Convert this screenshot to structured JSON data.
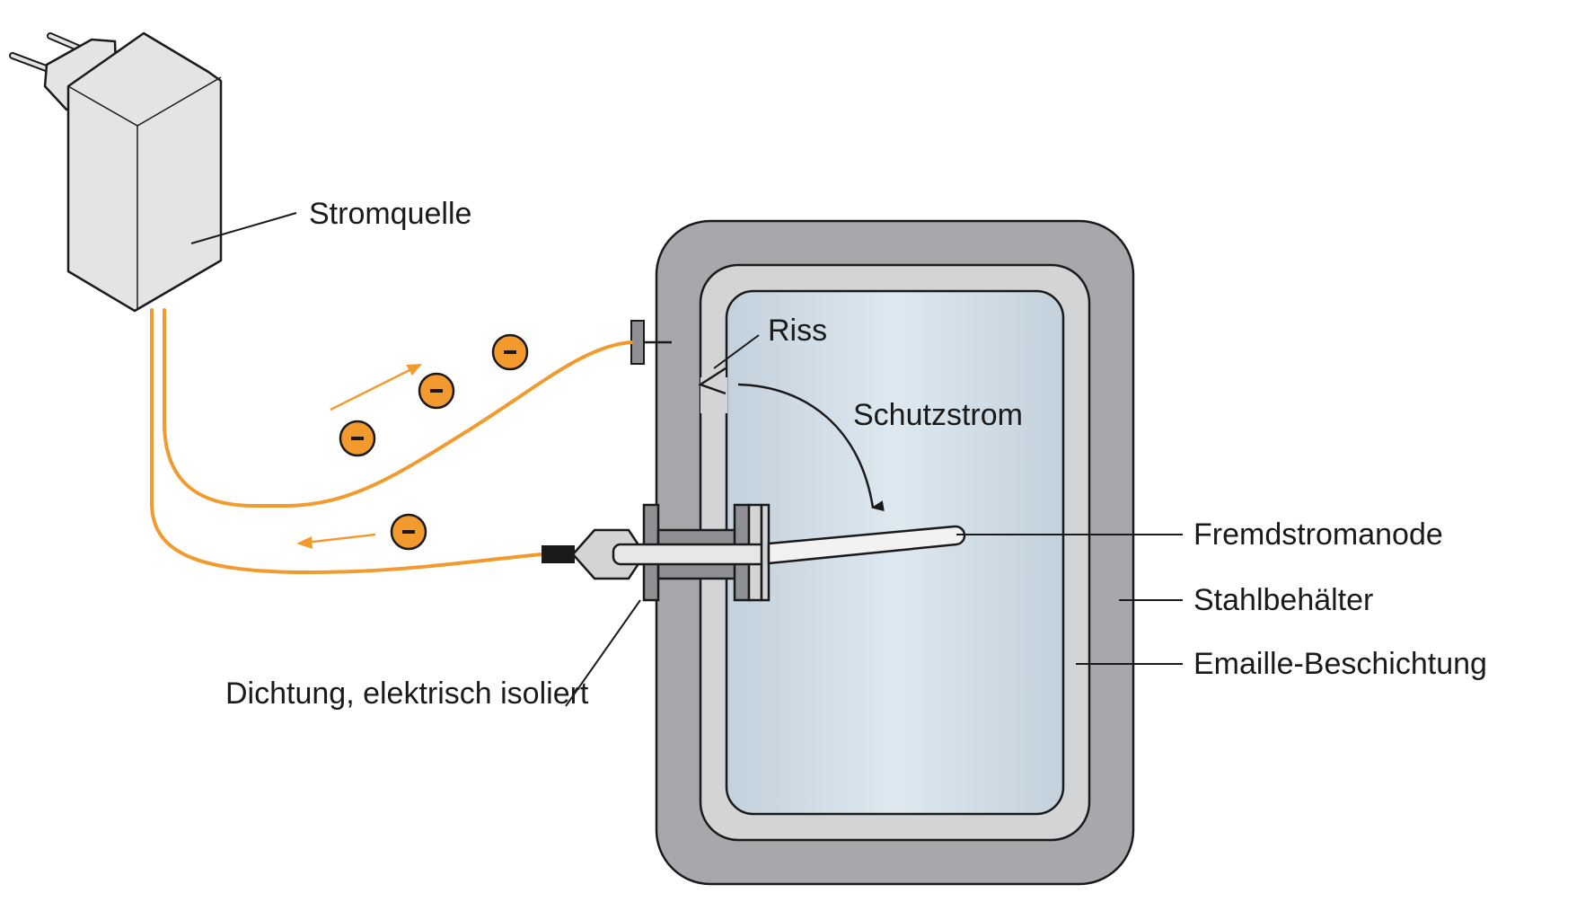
{
  "labels": {
    "stromquelle": "Stromquelle",
    "riss": "Riss",
    "schutzstrom": "Schutzstrom",
    "fremdstromanode": "Fremdstromanode",
    "stahlbehaelter": "Stahlbehälter",
    "emaille": "Emaille-Beschichtung",
    "dichtung": "Dichtung, elektrisch isoliert"
  },
  "colors": {
    "wire": "#f29a2e",
    "steel": "#a6a8ab",
    "enamel": "#d3d4d6",
    "water_edge": "#c3d1dc",
    "water_center": "#dce7ef",
    "power_supply": "#e3e4e6",
    "outline": "#1a1a1a"
  },
  "icons": {
    "electron": "minus-circle-icon",
    "power_supply": "plug-power-supply-icon"
  }
}
